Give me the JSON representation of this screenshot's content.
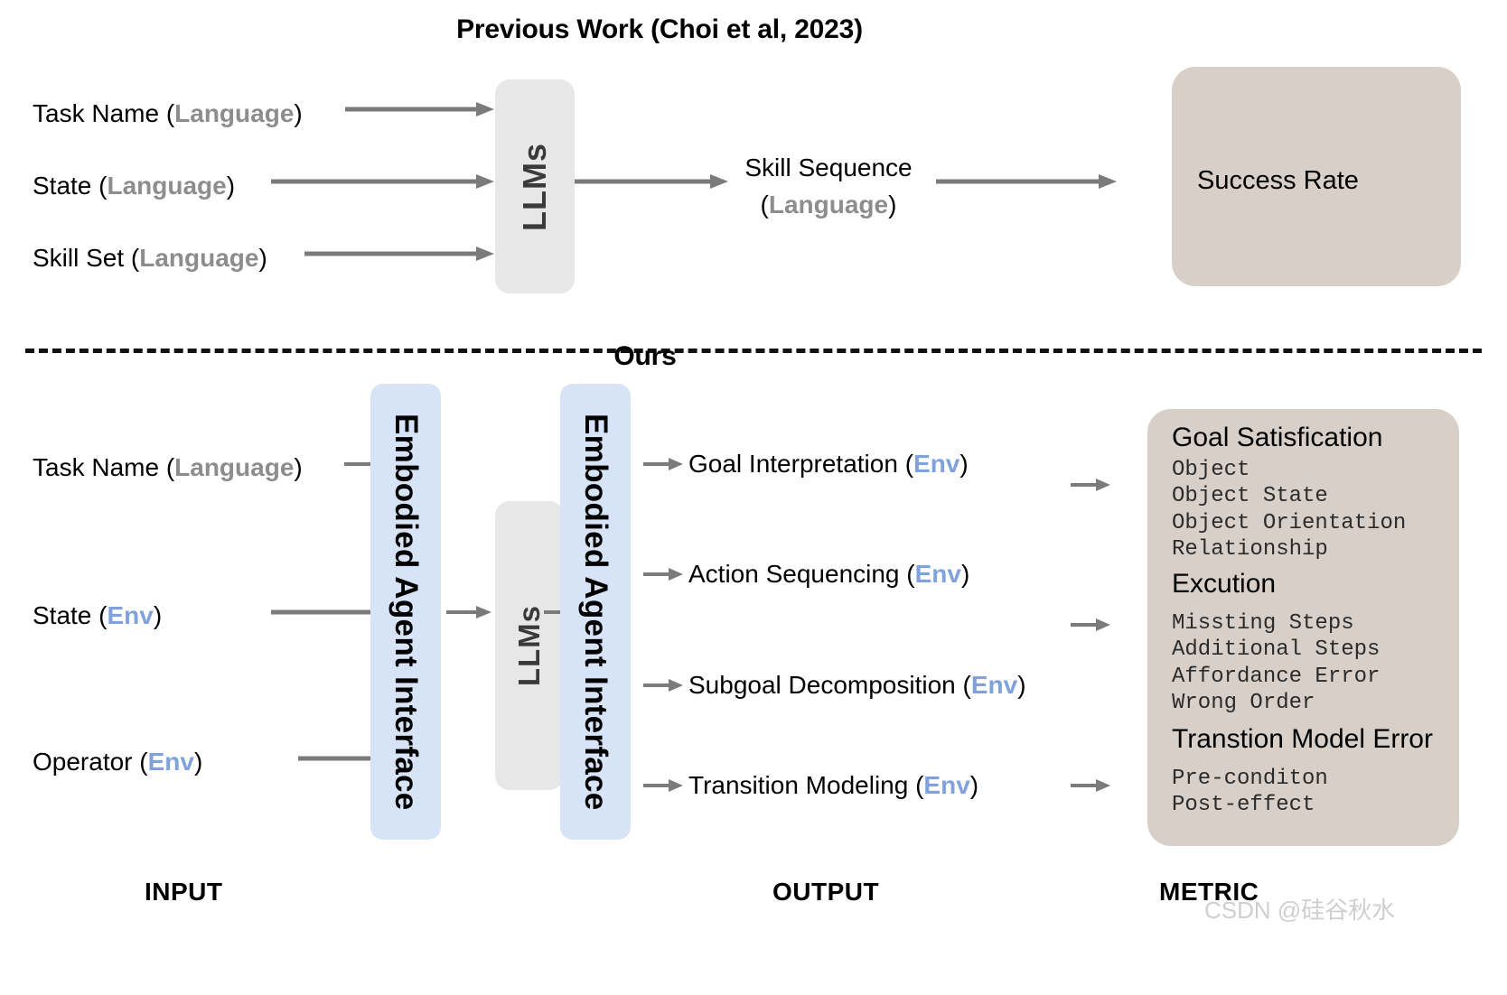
{
  "previous": {
    "title": "Previous Work (Choi et al, 2023)",
    "inputs": [
      {
        "text": "Task Name (",
        "tag": "Language",
        "tail": ")"
      },
      {
        "text": "State (",
        "tag": "Language",
        "tail": ")"
      },
      {
        "text": "Skill Set (",
        "tag": "Language",
        "tail": ")"
      }
    ],
    "module": "LLMs",
    "output_line1": "Skill Sequence",
    "output_tag_open": "(",
    "output_tag": "Language",
    "output_tag_close": ")",
    "metric": "Success Rate"
  },
  "ours": {
    "title": "Ours",
    "inputs": [
      {
        "text": "Task Name (",
        "tag": "Language",
        "tail": ")",
        "tag_kind": "lang"
      },
      {
        "text": "State (",
        "tag": "Env",
        "tail": ")",
        "tag_kind": "env"
      },
      {
        "text": "Operator (",
        "tag": "Env",
        "tail": ")",
        "tag_kind": "env"
      }
    ],
    "interface_left": "Embodied Agent Interface",
    "interface_right": "Embodied Agent Interface",
    "module": "LLMs",
    "outputs": [
      {
        "text": "Goal Interpretation (",
        "tag": "Env",
        "tail": ")"
      },
      {
        "text": "Action Sequencing (",
        "tag": "Env",
        "tail": ")"
      },
      {
        "text": "Subgoal Decomposition (",
        "tag": "Env",
        "tail": ")"
      },
      {
        "text": "Transition Modeling (",
        "tag": "Env",
        "tail": ")"
      }
    ],
    "metric_groups": [
      {
        "heading": "Goal Satisfication",
        "items": [
          "Object",
          "Object State",
          "Object Orientation",
          "Relationship"
        ]
      },
      {
        "heading": "Excution",
        "items": [
          "Missting Steps",
          "Additional Steps",
          "Affordance Error",
          "Wrong Order"
        ]
      },
      {
        "heading": "Transtion Model Error",
        "items": [
          "Pre-conditon",
          "Post-effect"
        ]
      }
    ]
  },
  "captions": {
    "input": "INPUT",
    "output": "OUTPUT",
    "metric": "METRIC"
  },
  "watermark": "CSDN @硅谷秋水",
  "colors": {
    "language_tag": "#8d8d8d",
    "env_tag": "#7fa2dd",
    "llm_box": "#e7e7e7",
    "interface_box": "#d7e3f7",
    "metric_box": "#d8d0c8",
    "arrow": "#7b7b7b"
  }
}
